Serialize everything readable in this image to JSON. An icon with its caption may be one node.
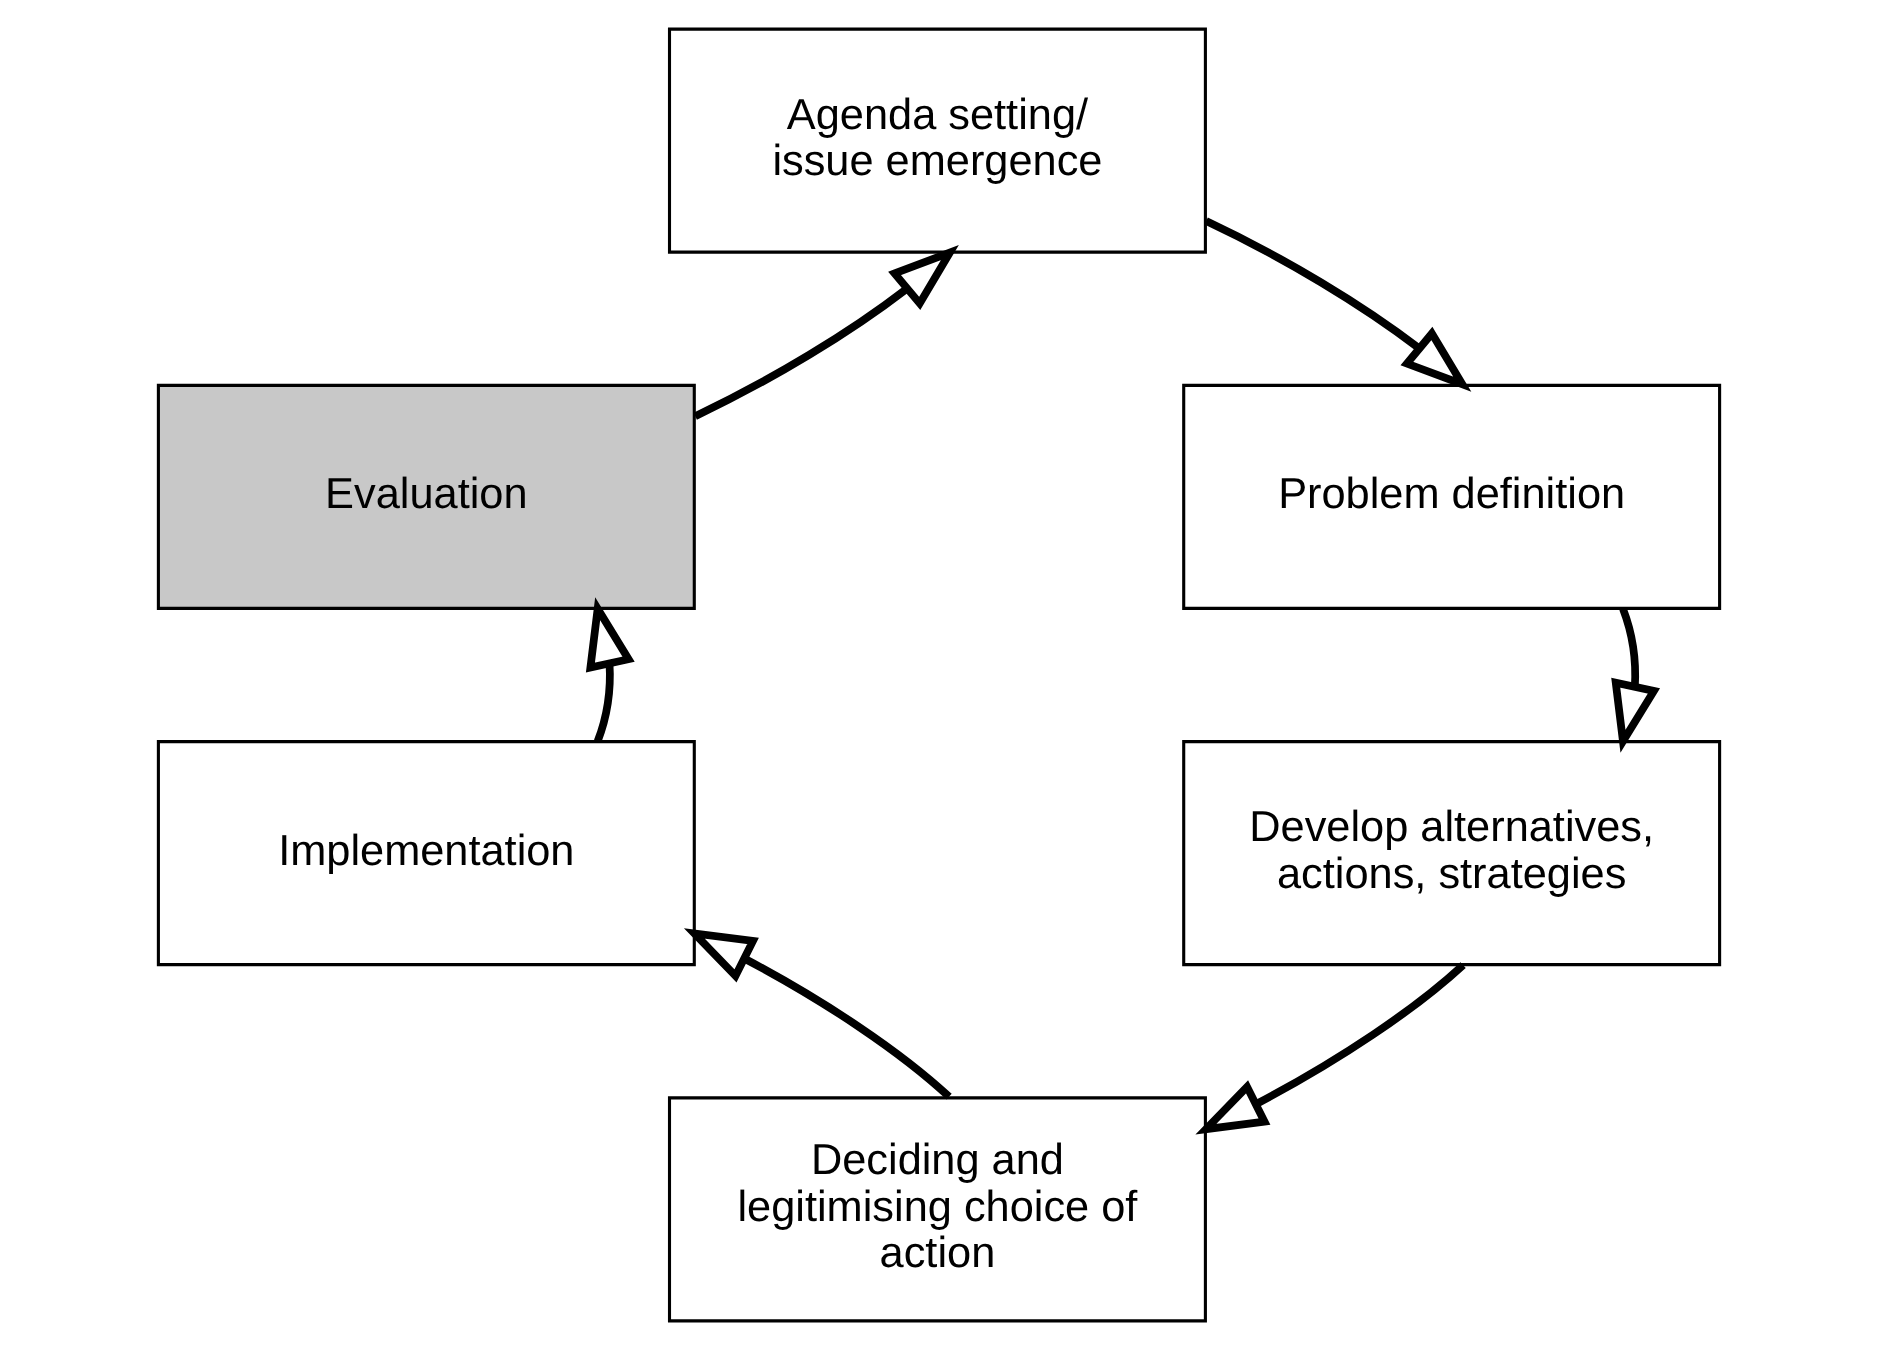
{
  "diagram": {
    "nodes": [
      {
        "text": [
          "Agenda setting/ issue emergence"
        ]
      },
      {
        "text": [
          "Problem definition"
        ]
      },
      {
        "text": [
          "Develop alternatives, actions, strategies"
        ]
      },
      {
        "text": [
          "Deciding and legitimising choice of action"
        ]
      },
      {
        "text": [
          "Implementation"
        ]
      },
      {
        "text": [
          "Evaluation"
        ]
      }
    ],
    "edges": [
      {
        "from": 0,
        "to": 1,
        "arrow": "to"
      },
      {
        "from": 1,
        "to": 2,
        "arrow": "to"
      },
      {
        "from": 2,
        "to": 3,
        "arrow": "to"
      },
      {
        "from": 3,
        "to": 4,
        "arrow": "to"
      },
      {
        "from": 4,
        "to": 5,
        "arrow": "to"
      },
      {
        "from": 5,
        "to": 0,
        "arrow": "to"
      }
    ]
  }
}
